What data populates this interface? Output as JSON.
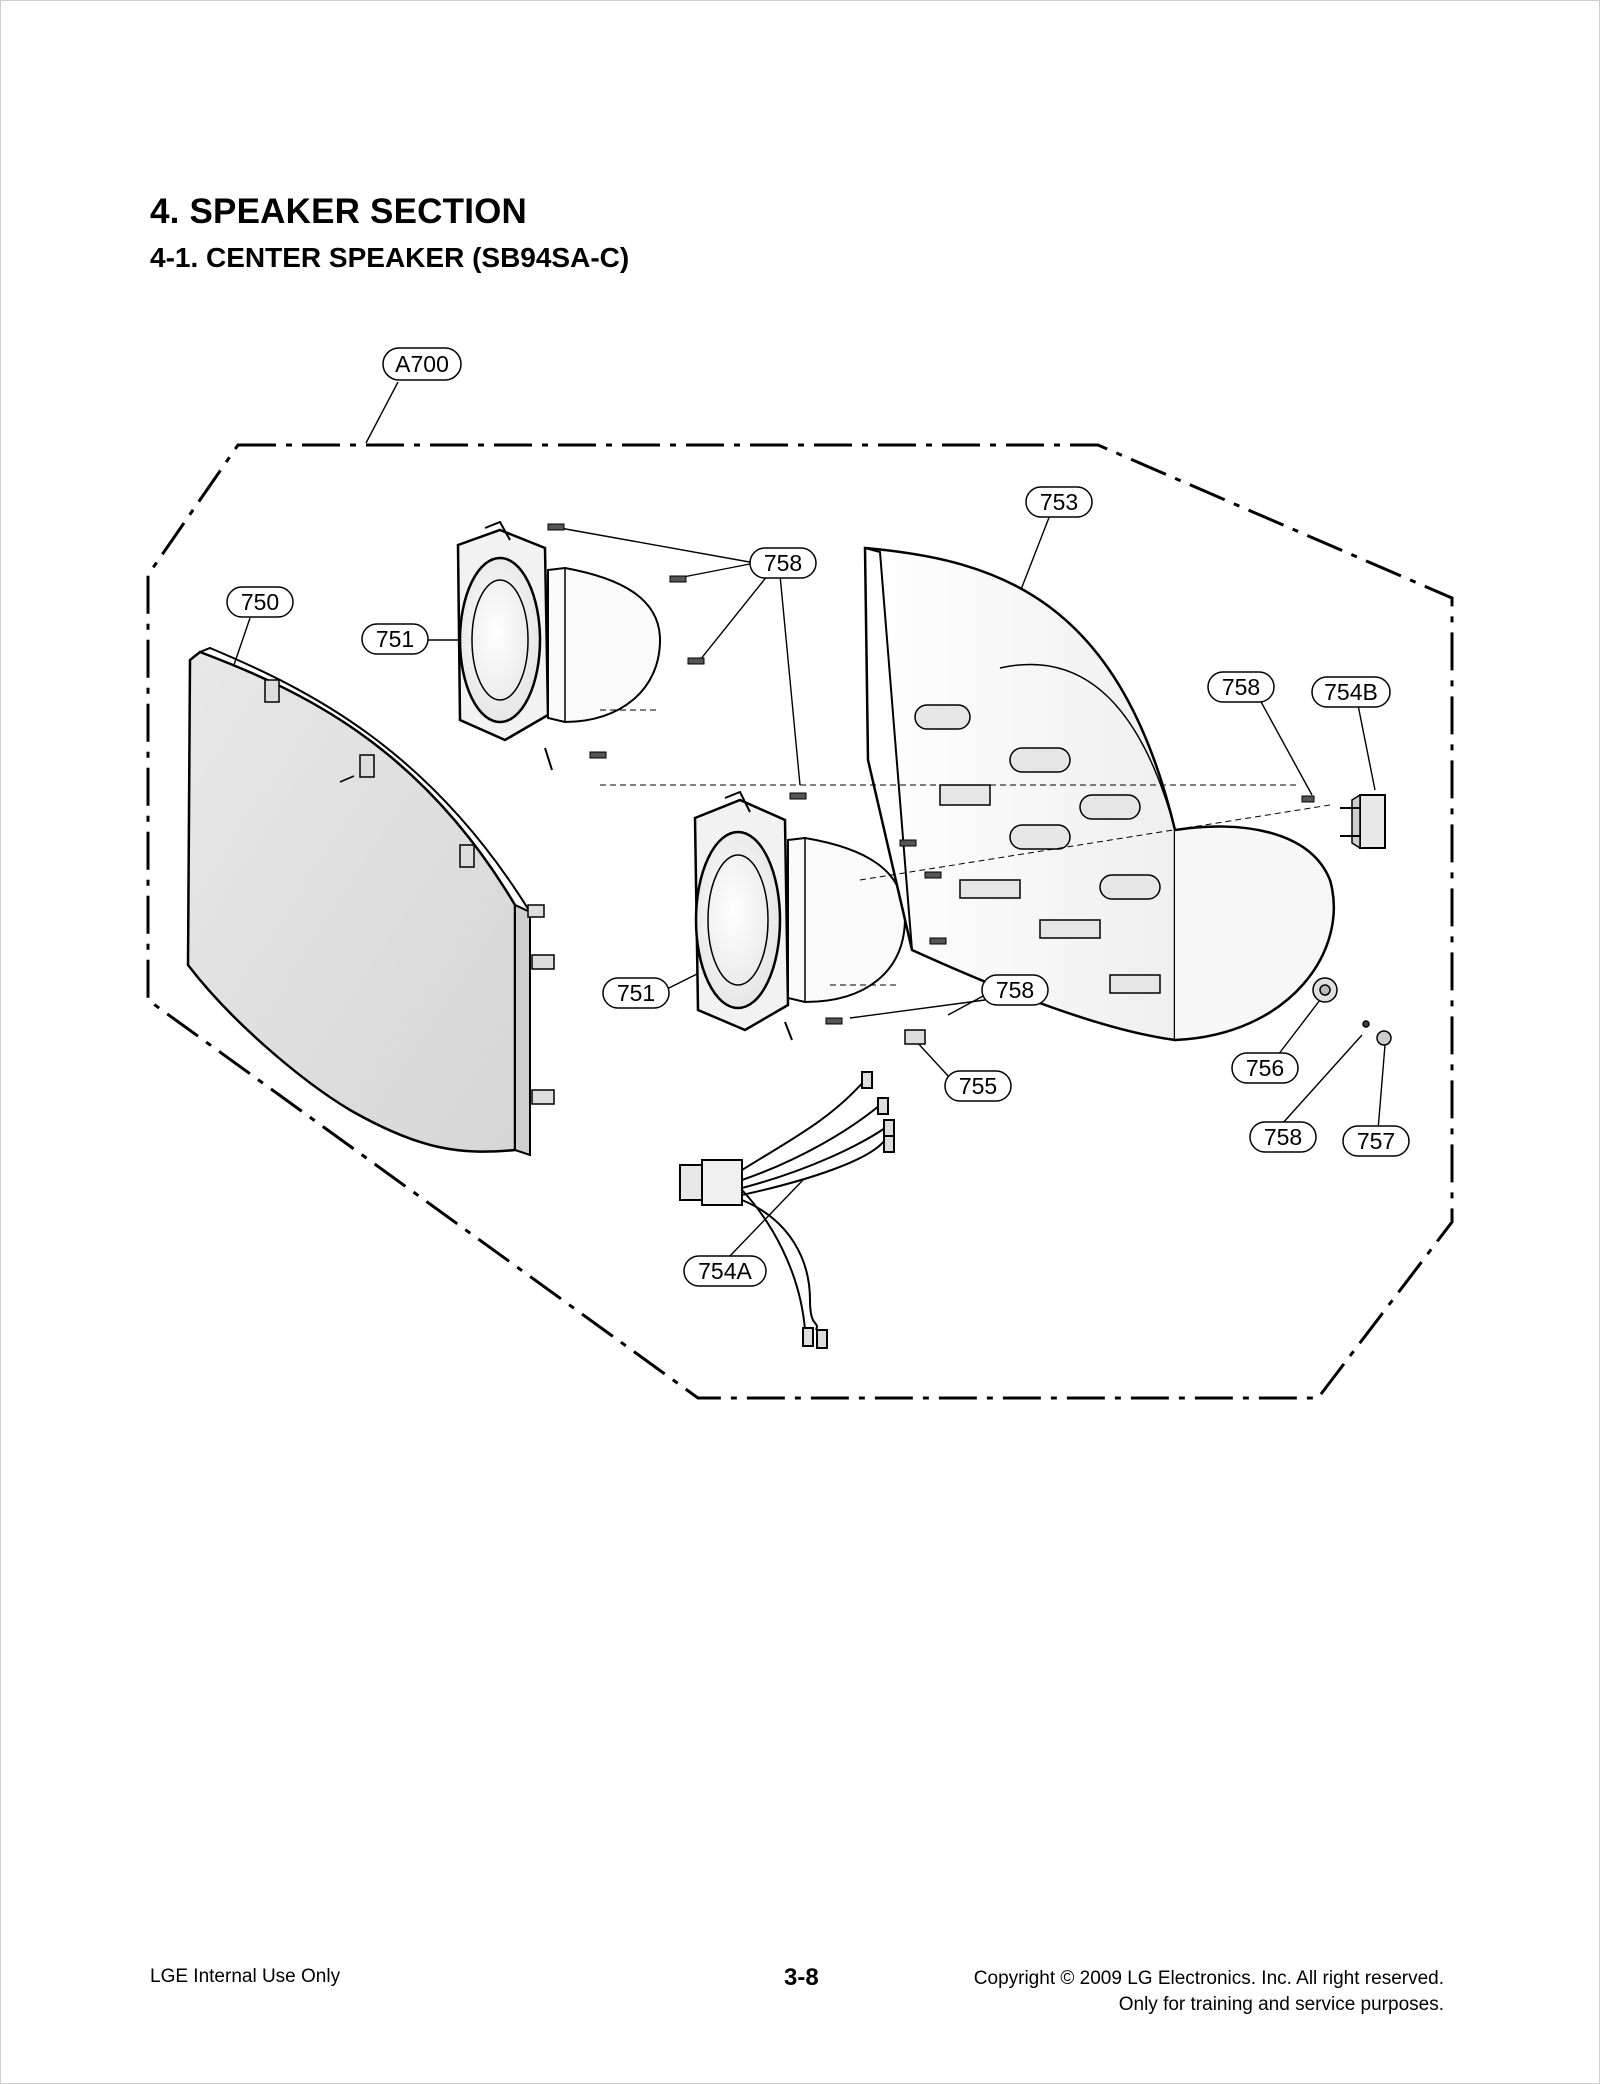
{
  "heading": {
    "section": "4. SPEAKER SECTION",
    "subsection": "4-1. CENTER SPEAKER (SB94SA-C)"
  },
  "callouts": {
    "a700": "A700",
    "c753": "753",
    "c758_top": "758",
    "c750": "750",
    "c751_top": "751",
    "c758_right": "758",
    "c754b": "754B",
    "c751_bottom": "751",
    "c758_mid": "758",
    "c756": "756",
    "c755": "755",
    "c758_bottom": "758",
    "c757": "757",
    "c754a": "754A"
  },
  "footer": {
    "left": "LGE Internal Use Only",
    "page": "3-8",
    "copyright": "Copyright © 2009 LG Electronics. Inc. All right reserved.",
    "purpose": "Only for training and service purposes."
  }
}
